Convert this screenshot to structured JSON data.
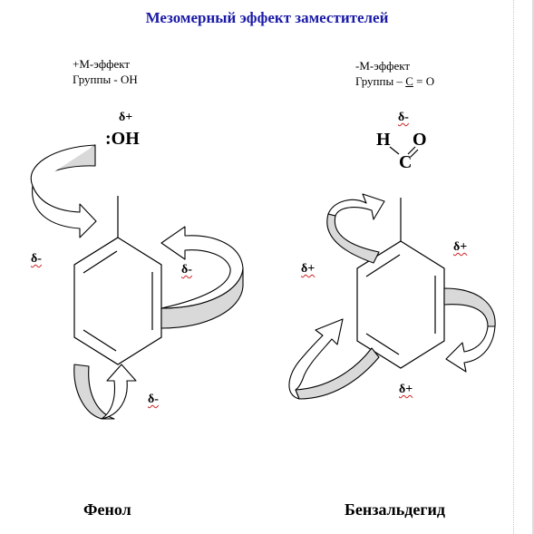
{
  "title": "Мезомерный эффект заместителей",
  "left": {
    "effect": "+М-эффект",
    "group": "Группы - ОН",
    "substituent_charge": "δ+",
    "substituent": ":OH",
    "ring_charges": [
      "δ-",
      "δ-",
      "δ-"
    ],
    "caption": "Фенол"
  },
  "right": {
    "effect": "-М-эффект",
    "group_prefix": "Группы – ",
    "group_carbon": "C",
    "group_suffix": " = O",
    "substituent_charge": "δ-",
    "atom_h": "H",
    "atom_o": "O",
    "atom_c": "C",
    "ring_charges": [
      "δ+",
      "δ+",
      "δ+"
    ],
    "caption": "Бензальдегид"
  },
  "colors": {
    "title": "#1a1aa6",
    "arrow_fill": "#d9d9d9",
    "squiggle": "#d02020"
  }
}
